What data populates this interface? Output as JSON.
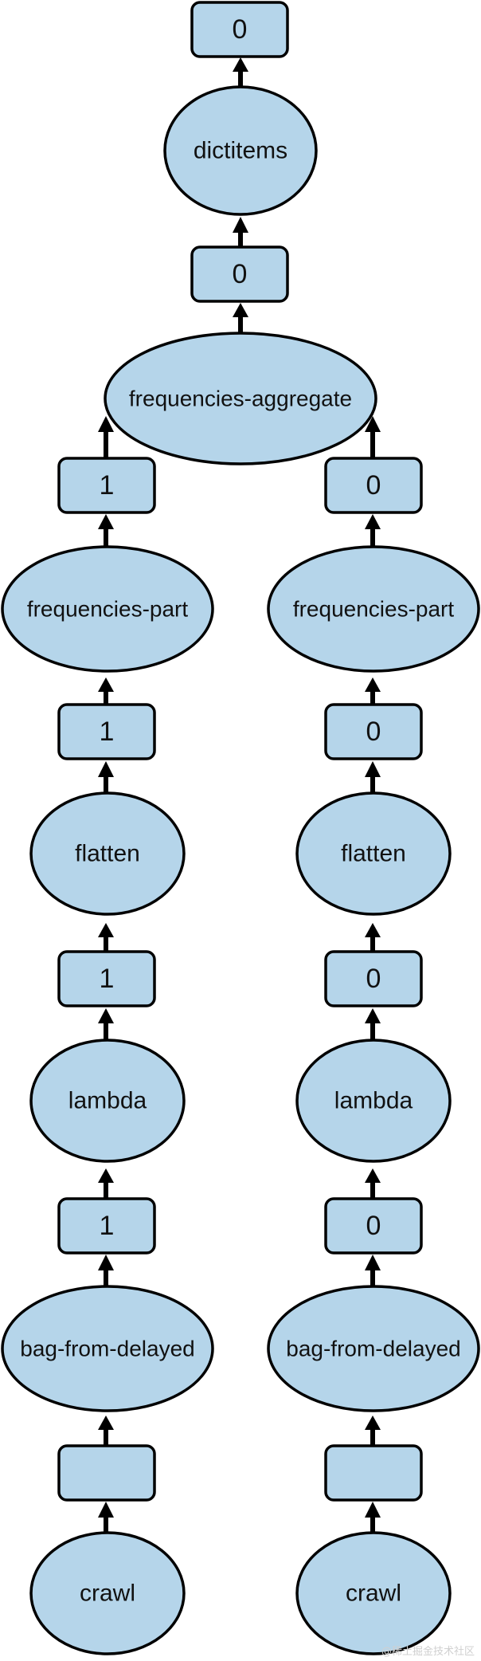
{
  "diagram": {
    "colors": {
      "node_fill": "#b5d5ea",
      "stroke": "#000000"
    },
    "nodes": {
      "top_box": {
        "label": "0"
      },
      "dictitems": {
        "label": "dictitems"
      },
      "agg_box": {
        "label": "0"
      },
      "aggregate": {
        "label": "frequencies-aggregate"
      },
      "left": {
        "part_box": {
          "label": "1"
        },
        "part": {
          "label": "frequencies-part"
        },
        "flatten_box": {
          "label": "1"
        },
        "flatten": {
          "label": "flatten"
        },
        "lambda_box": {
          "label": "1"
        },
        "lambda": {
          "label": "lambda"
        },
        "bag_box": {
          "label": "1"
        },
        "bag": {
          "label": "bag-from-delayed"
        },
        "crawl_box": {
          "label": ""
        },
        "crawl": {
          "label": "crawl"
        }
      },
      "right": {
        "part_box": {
          "label": "0"
        },
        "part": {
          "label": "frequencies-part"
        },
        "flatten_box": {
          "label": "0"
        },
        "flatten": {
          "label": "flatten"
        },
        "lambda_box": {
          "label": "0"
        },
        "lambda": {
          "label": "lambda"
        },
        "bag_box": {
          "label": "0"
        },
        "bag": {
          "label": "bag-from-delayed"
        },
        "crawl_box": {
          "label": ""
        },
        "crawl": {
          "label": "crawl"
        }
      }
    }
  },
  "watermark": {
    "text": "@稀土掘金技术社区"
  }
}
